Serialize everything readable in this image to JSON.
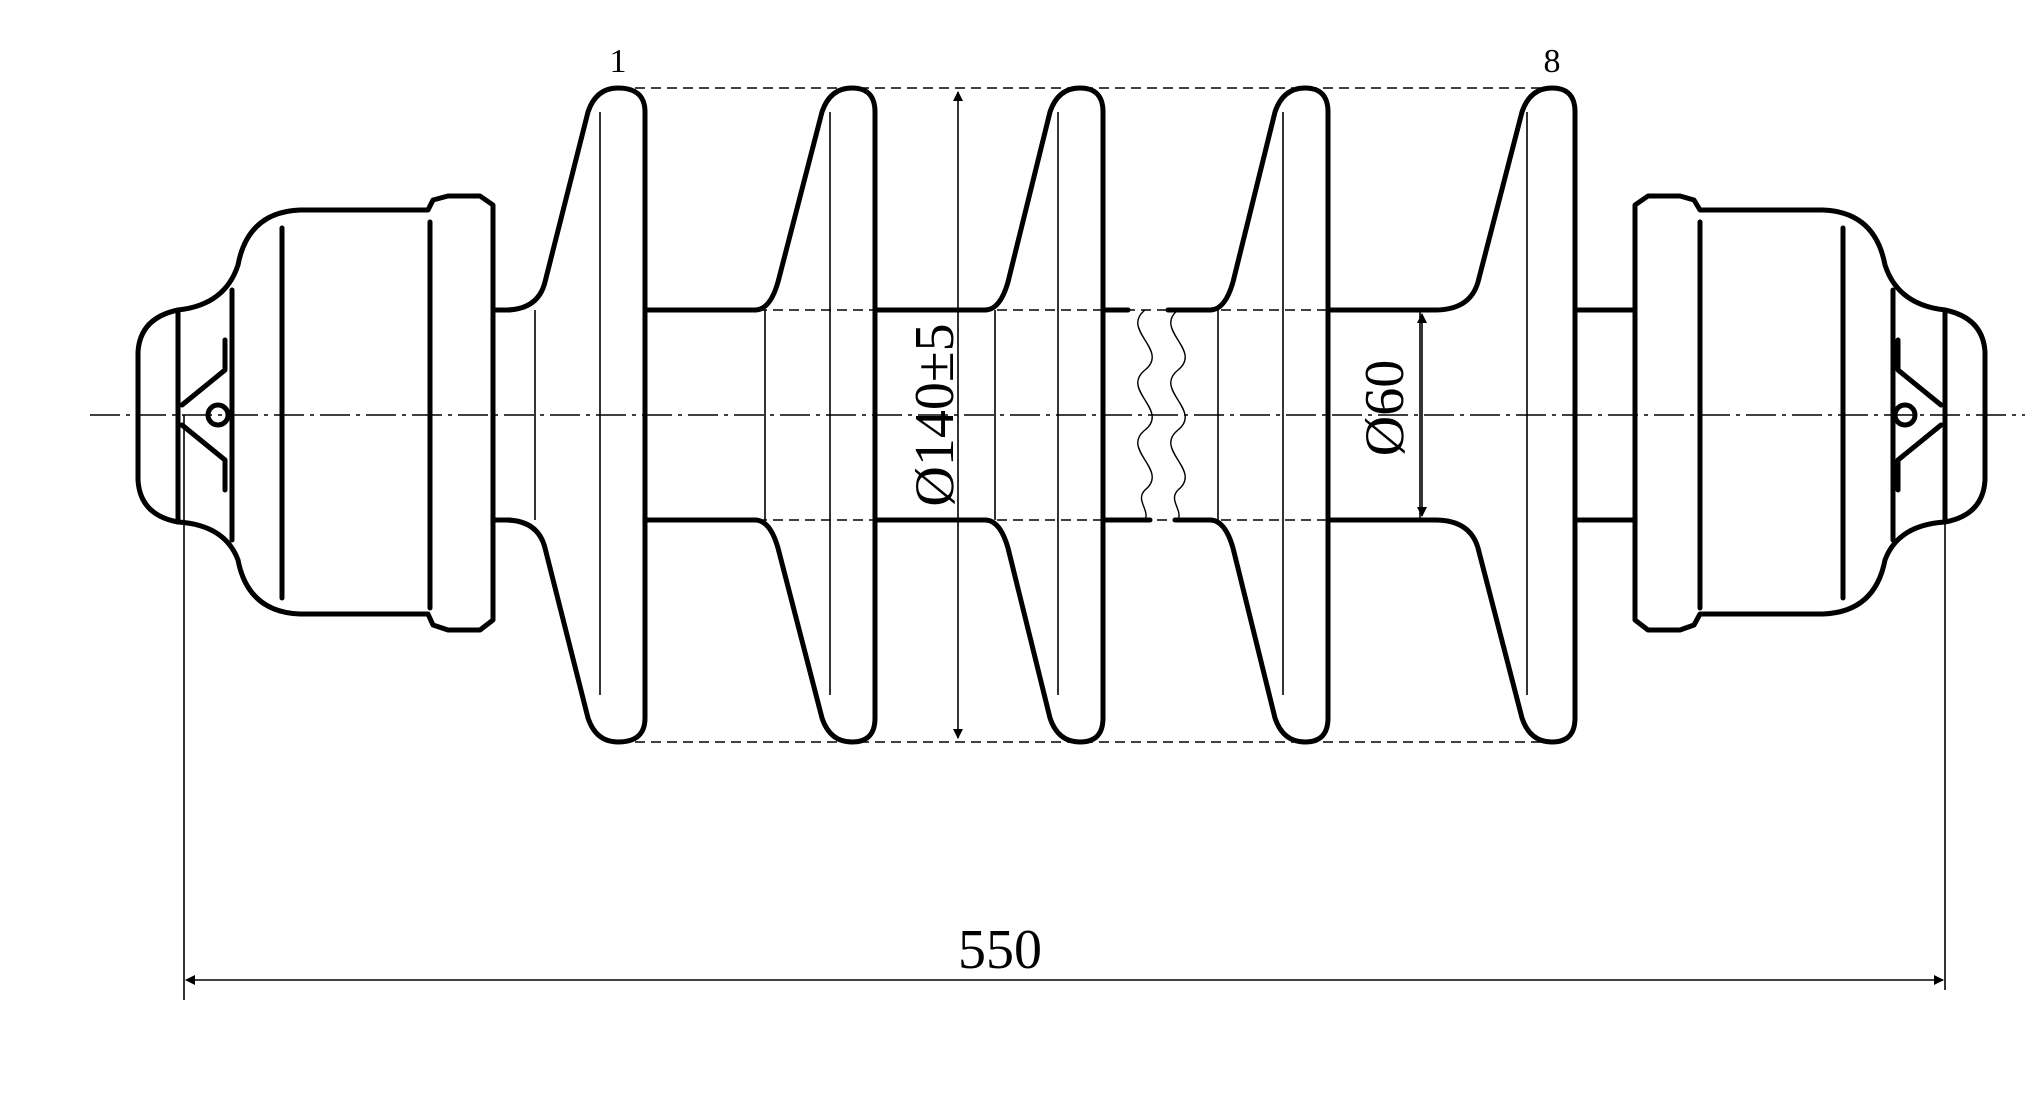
{
  "labels": {
    "shed_first": "1",
    "shed_last": "8",
    "shed_diameter": "Ø140±5",
    "core_diameter": "Ø60",
    "overall_length": "550"
  },
  "style": {
    "line_color": "#000000",
    "background": "#ffffff"
  }
}
